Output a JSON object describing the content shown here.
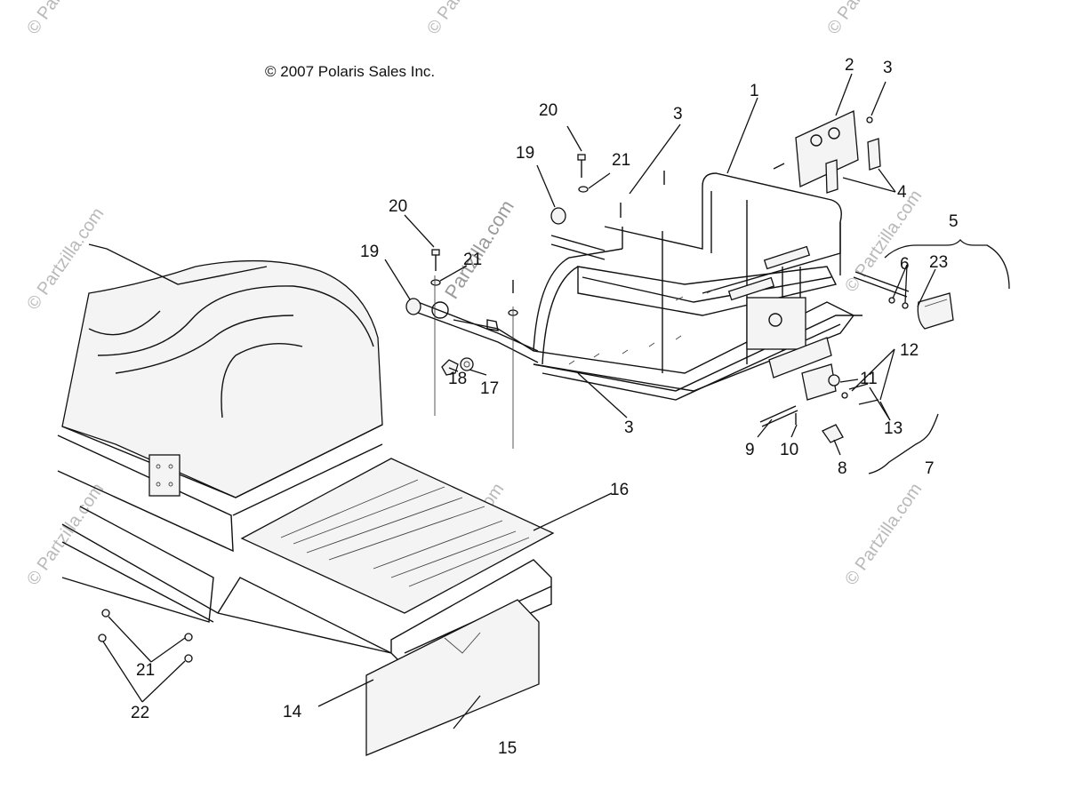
{
  "copyright": "© 2007 Polaris Sales Inc.",
  "watermark": "Partzilla.com",
  "watermark_small": "© Partzilla.com",
  "callouts": {
    "c1": "1",
    "c2": "2",
    "c3a": "3",
    "c3b": "3",
    "c3c": "3",
    "c4": "4",
    "c5": "5",
    "c6": "6",
    "c7": "7",
    "c8": "8",
    "c9": "9",
    "c10": "10",
    "c11": "11",
    "c12": "12",
    "c13": "13",
    "c14": "14",
    "c15": "15",
    "c16": "16",
    "c17": "17",
    "c18": "18",
    "c19a": "19",
    "c19b": "19",
    "c20a": "20",
    "c20b": "20",
    "c21a": "21",
    "c21b": "21",
    "c21c": "21",
    "c22": "22",
    "c23": "23"
  }
}
